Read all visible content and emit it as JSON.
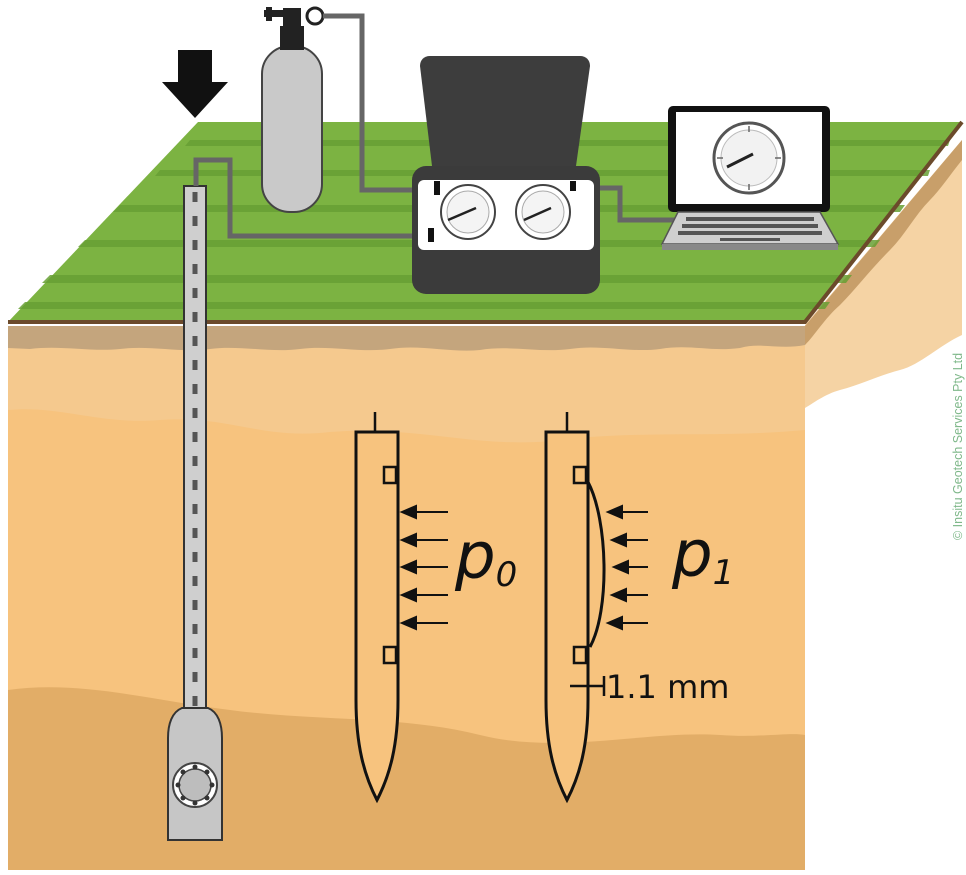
{
  "labels": {
    "p0_letter": "p",
    "p0_sub": "0",
    "p1_letter": "p",
    "p1_sub": "1",
    "displacement": "1.1 mm",
    "copyright": "© Insitu Geotech Services Pty Ltd"
  },
  "icons": {
    "push_arrow": "down-arrow-icon",
    "gas_cylinder": "gas-cylinder-icon",
    "control_box": "control-unit-icon",
    "pressure_gauge": "pressure-gauge-icon",
    "laptop": "laptop-icon",
    "blade": "dilatometer-blade-icon"
  },
  "colors": {
    "grass": "#7cb342",
    "soil_crust": "#c4a57d",
    "soil_top": "#f5c98e",
    "soil_mid": "#f7c37e",
    "soil_deep": "#e2ad67",
    "metal": "#bfbfbf",
    "dark": "#3a3a3a",
    "copyright_text": "#7fb88a"
  },
  "membrane": {
    "expansion_mm": 1.1
  }
}
